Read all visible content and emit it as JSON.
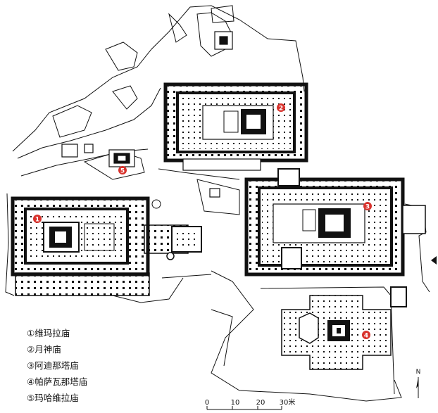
{
  "legend": [
    {
      "marker": "①",
      "name": "维玛拉庙"
    },
    {
      "marker": "②",
      "name": "月神庙"
    },
    {
      "marker": "③",
      "name": "阿迪那塔庙"
    },
    {
      "marker": "④",
      "name": "帕萨瓦那塔庙"
    },
    {
      "marker": "⑤",
      "name": "玛哈维拉庙"
    }
  ],
  "markers": [
    "1",
    "2",
    "3",
    "4",
    "5"
  ],
  "scale": {
    "ticks": [
      "0",
      "10",
      "20",
      "30米"
    ]
  },
  "north_label": "N",
  "colors": {
    "ink": "#111111",
    "marker": "#d8322c",
    "paper": "#ffffff"
  }
}
